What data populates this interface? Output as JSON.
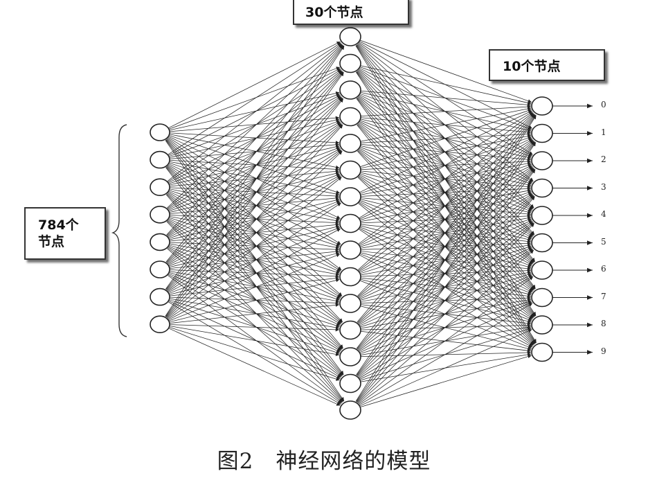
{
  "labels": {
    "hidden": "30个节点",
    "output": "10个节点",
    "input_line1": "784个",
    "input_line2": "节点"
  },
  "output_labels": [
    "0",
    "1",
    "2",
    "3",
    "4",
    "5",
    "6",
    "7",
    "8",
    "9"
  ],
  "caption": "图2　神经网络的模型",
  "layers": {
    "input_drawn": 8,
    "hidden_drawn": 15,
    "output_drawn": 10
  }
}
